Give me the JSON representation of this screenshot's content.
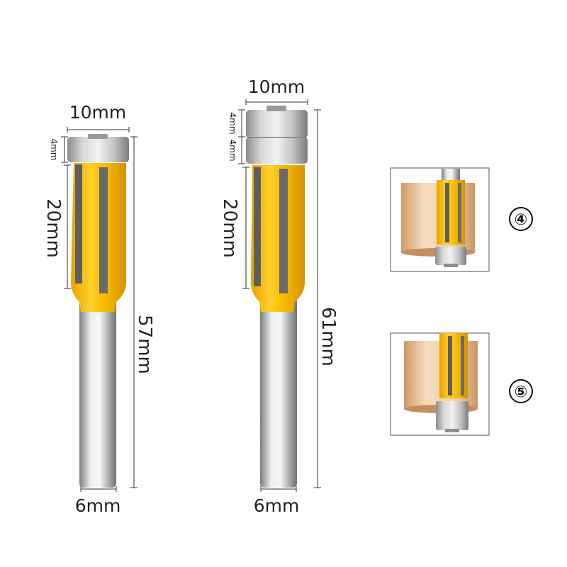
{
  "colors": {
    "cutter_yellow": "#f5b800",
    "cutter_dark": "#d99a00",
    "flute_grey": "#6b6b6b",
    "steel_light": "#e8e8e8",
    "steel_mid": "#b5b5b5",
    "steel_dark": "#8a8a8a",
    "wood_light": "#f3d7b4",
    "wood_dark": "#d8a97a"
  },
  "bit_left": {
    "bearing_diameter": "10mm",
    "bearing_height": "4mm",
    "cutting_length": "20mm",
    "overall_length": "57mm",
    "shank_diameter": "6mm"
  },
  "bit_right": {
    "bearing_diameter": "10mm",
    "bearing_height_top": "4mm",
    "bearing_height_bottom": "4mm",
    "cutting_length": "20mm",
    "overall_length": "61mm",
    "shank_diameter": "6mm"
  },
  "insets": {
    "top_label": "④",
    "bottom_label": "⑤"
  }
}
